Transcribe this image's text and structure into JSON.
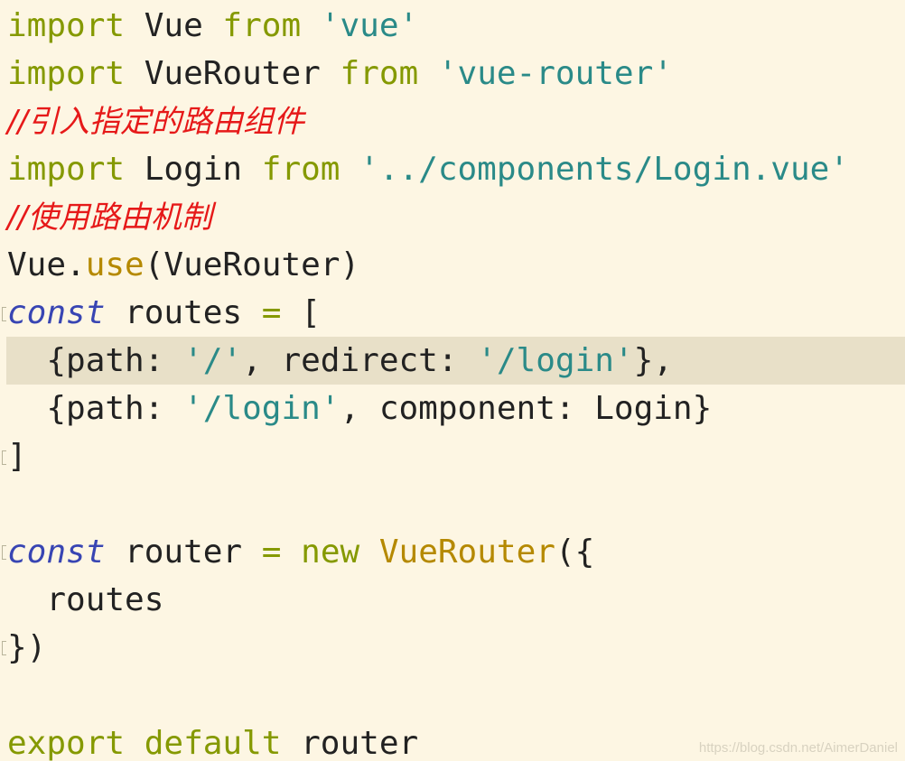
{
  "code": {
    "l1": {
      "kw": "import",
      "name": " Vue ",
      "from": "from",
      "str": " 'vue'"
    },
    "l2": {
      "kw": "import",
      "name": " VueRouter ",
      "from": "from",
      "str": " 'vue-router'"
    },
    "l3": {
      "comment": "//引入指定的路由组件"
    },
    "l4": {
      "kw": "import",
      "name": " Login ",
      "from": "from",
      "str": " '../components/Login.vue'"
    },
    "l5": {
      "comment": "//使用路由机制"
    },
    "l6": {
      "obj": "Vue.",
      "fn": "use",
      "rest": "(VueRouter)"
    },
    "l7": {
      "kw": "const",
      "name": " routes ",
      "op": "=",
      "rest": " ["
    },
    "l8": {
      "a": "  {path: ",
      "s1": "'/'",
      "b": ", redirect: ",
      "s2": "'/login'",
      "c": "},"
    },
    "l9": {
      "a": "  {path: ",
      "s1": "'/login'",
      "b": ", component: Login}"
    },
    "l10": {
      "text": "]"
    },
    "l12": {
      "kw": "const",
      "name": " router ",
      "op": "=",
      "sp": " ",
      "new": "new",
      "sp2": " ",
      "cls": "VueRouter",
      "rest": "({"
    },
    "l13": {
      "text": "  routes"
    },
    "l14": {
      "text": "})"
    },
    "l16": {
      "kw": "export",
      "sp": " ",
      "kw2": "default",
      "name": " router"
    }
  },
  "watermark": "https://blog.csdn.net/AimerDaniel",
  "colors": {
    "background": "#fdf6e3",
    "highlight": "#e8e0c8",
    "keyword_green": "#859900",
    "keyword_blue": "#3845b3",
    "string": "#2a8a88",
    "function": "#b58900",
    "comment": "#e61919"
  }
}
